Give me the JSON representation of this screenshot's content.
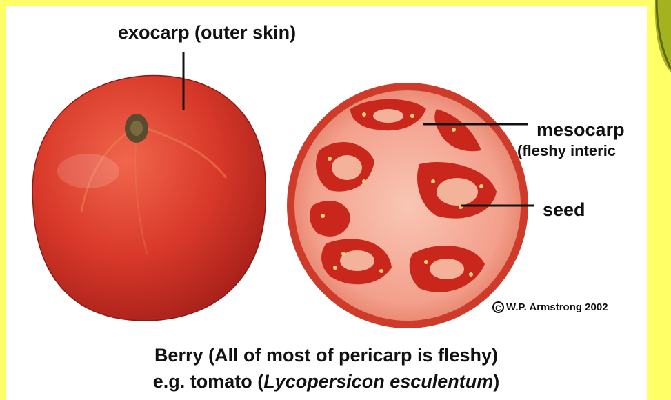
{
  "labels": {
    "exocarp": "exocarp (outer skin)",
    "mesocarp": "mesocarp",
    "mesocarp_note": "(fleshy interic",
    "seed": "seed"
  },
  "credit": {
    "symbol": "C",
    "text": "W.P. Armstrong 2002"
  },
  "caption": {
    "line1": "Berry  (All of most of pericarp is fleshy)",
    "line2_prefix": "e.g. tomato (",
    "line2_species": "Lycopersicon esculentum",
    "line2_suffix": ")"
  },
  "colors": {
    "background": "#ffff66",
    "panel": "#ffffff",
    "tomato_skin": "#d9392a",
    "tomato_flesh": "#f3a08c",
    "locule": "#c9271c",
    "leaf": "#a4b21f"
  }
}
